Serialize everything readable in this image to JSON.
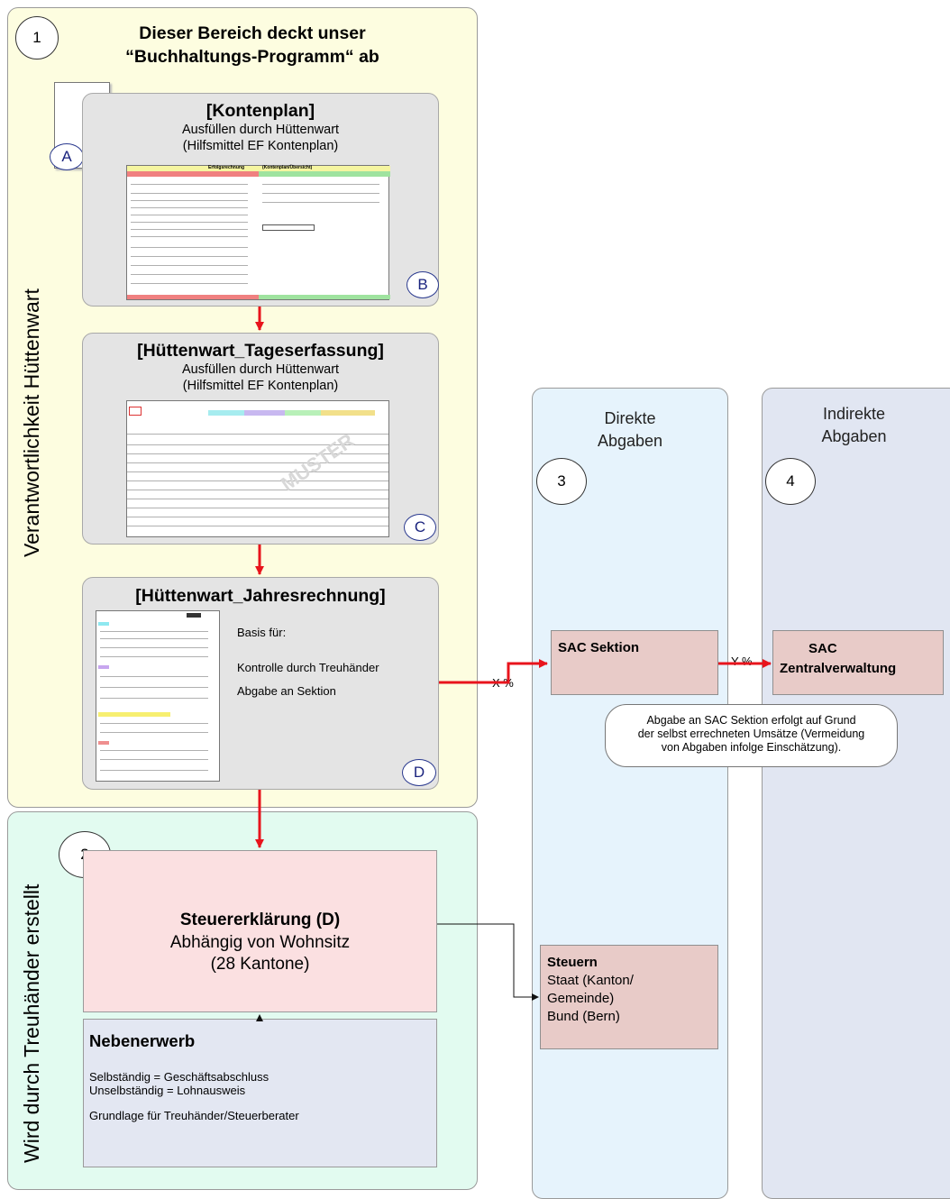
{
  "header": {
    "number": "1",
    "line1": "Dieser Bereich deckt unser",
    "line2": "“Buchhaltungs-Programm“ ab"
  },
  "left_labels": {
    "top": "Verantwortlichkeit Hüttenwart",
    "bottom": "Wird durch Treuhänder erstellt"
  },
  "kontenplan": {
    "title": "[Kontenplan]",
    "line1": "Ausfüllen durch Hüttenwart",
    "line2": "(Hilfsmittel  EF Kontenplan)",
    "badge_a": "A",
    "badge_b": "B",
    "sheet_heading": "Erfolgsrechnung",
    "sheet_heading2": "(Kontenplan/Übersicht)"
  },
  "tageserfassung": {
    "title": "[Hüttenwart_Tageserfassung]",
    "line1": "Ausfüllen durch Hüttenwart",
    "line2": "(Hilfsmittel  EF Kontenplan)",
    "badge": "C",
    "watermark": "MUSTER"
  },
  "jahresrechnung": {
    "title": "[Hüttenwart_Jahresrechnung]",
    "basis": "Basis für:",
    "kontrolle": "Kontrolle durch Treuhänder",
    "abgabe": "Abgabe an Sektion",
    "badge": "D"
  },
  "section2": {
    "number": "2",
    "steuer_title": "Steuererklärung (D)",
    "steuer_line1": "Abhängig von  Wohnsitz",
    "steuer_line2": "(28 Kantone)",
    "neben_title": "Nebenerwerb",
    "neben_line1": "Selbständig = Geschäftsabschluss",
    "neben_line2": "Unselbständig = Lohnausweis",
    "neben_line3": "Grundlage für Treuhänder/Steuerberater"
  },
  "direct": {
    "title1": "Direkte",
    "title2": "Abgaben",
    "number": "3",
    "sac_sektion": "SAC Sektion",
    "steuern_title": "Steuern",
    "steuern_line1": "Staat (Kanton/",
    "steuern_line2": "Gemeinde)",
    "steuern_line3": "Bund (Bern)"
  },
  "indirect": {
    "title1": "Indirekte",
    "title2": "Abgaben",
    "number": "4",
    "sac_line1": "SAC",
    "sac_line2": "Zentralverwaltung"
  },
  "flows": {
    "x_label": "X %",
    "y_label": "Y %"
  },
  "note": {
    "line1": "Abgabe an SAC Sektion erfolgt auf Grund",
    "line2": "der selbst errechneten Umsätze (Vermeidung",
    "line3": "von Abgaben infolge Einschätzung)."
  },
  "colors": {
    "arrow": "#e8141c",
    "card": "#e4e4e4",
    "pink_box": "#e8cbc8"
  }
}
